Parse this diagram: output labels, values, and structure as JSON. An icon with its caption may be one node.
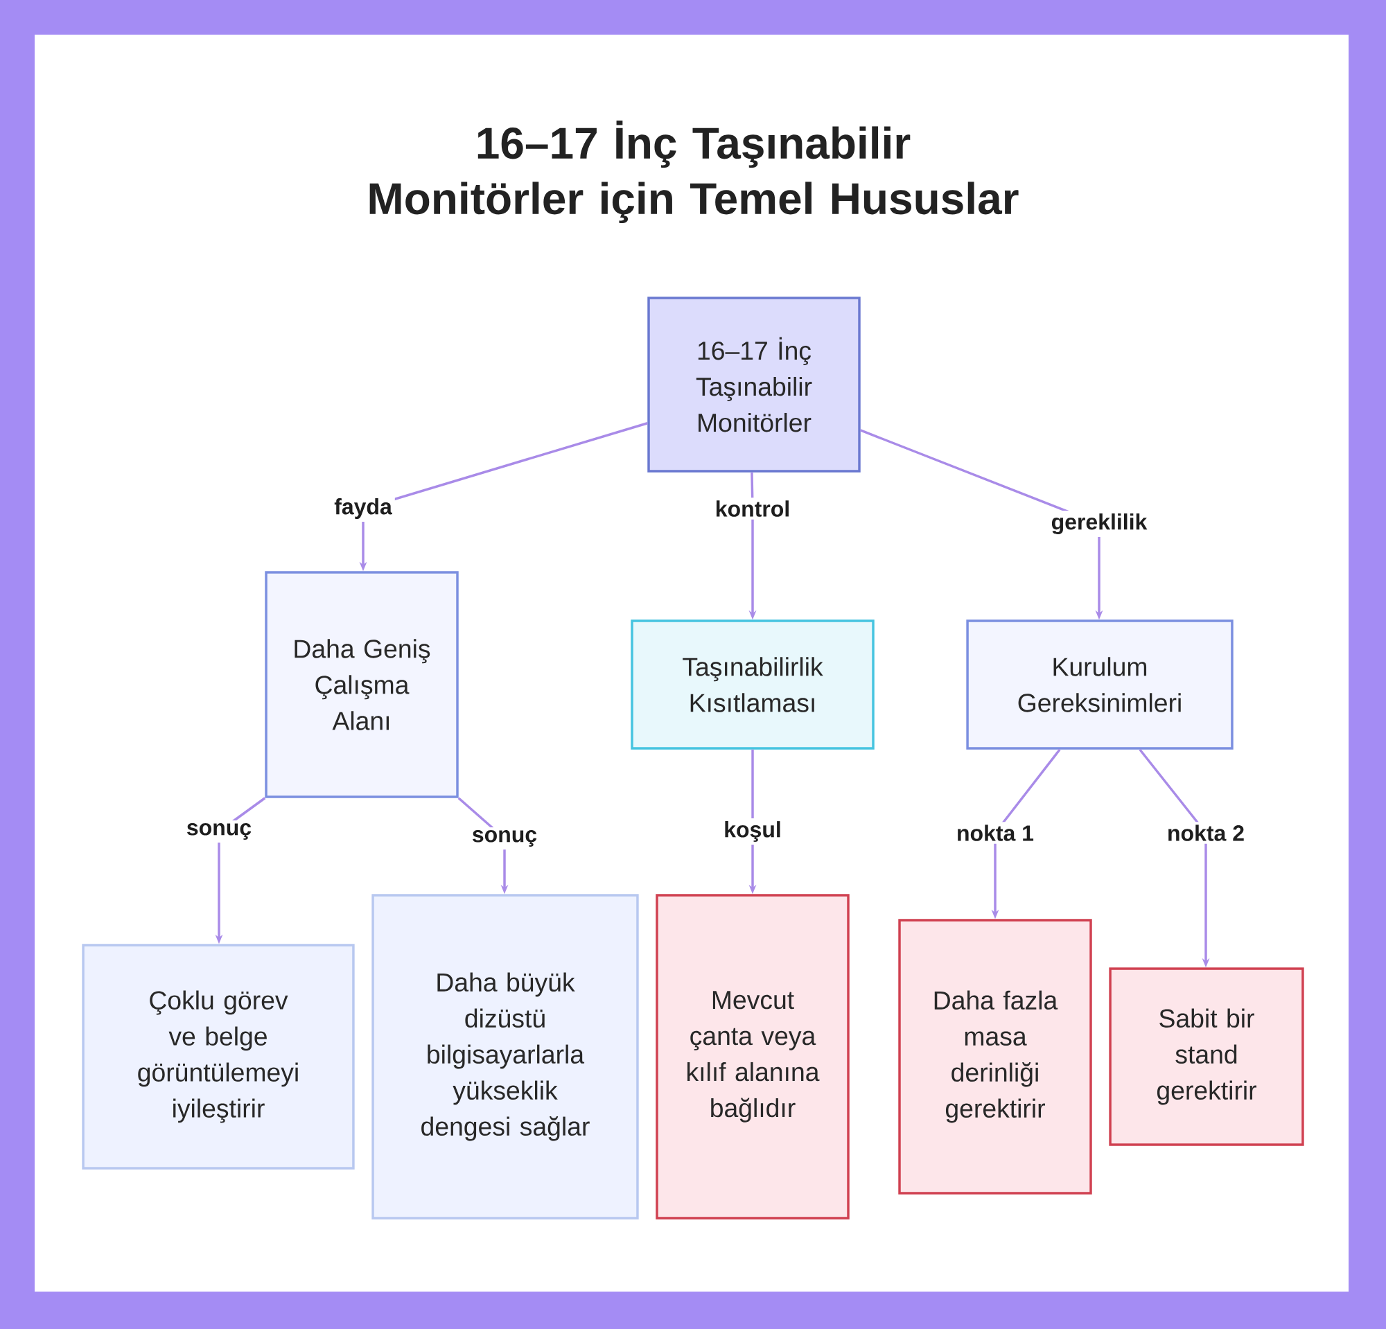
{
  "diagram": {
    "title": "16–17 İnç Taşınabilir Monitörler için Temel Hususlar",
    "nodes": [
      {
        "text": [
          "16–17 İnç Taşınabilir Monitörler"
        ]
      },
      {
        "text": [
          "Daha Geniş Çalışma Alanı"
        ]
      },
      {
        "text": [
          "Taşınabilirlik Kısıtlaması"
        ]
      },
      {
        "text": [
          "Kurulum Gereksinimleri"
        ]
      },
      {
        "text": [
          "Çoklu görev ve belge görüntülemeyi iyileştirir"
        ]
      },
      {
        "text": [
          "Daha büyük dizüstü bilgisayarlarla yükseklik dengesi sağlar"
        ]
      },
      {
        "text": [
          "Mevcut çanta veya kılıf alanına bağlıdır"
        ]
      },
      {
        "text": [
          "Daha fazla masa derinliği gerektirir"
        ]
      },
      {
        "text": [
          "Sabit bir stand gerektirir"
        ]
      }
    ],
    "edges": [
      {
        "from": 0,
        "to": 1,
        "label": "fayda",
        "arrow": "to"
      },
      {
        "from": 0,
        "to": 2,
        "label": "kontrol",
        "arrow": "to"
      },
      {
        "from": 0,
        "to": 3,
        "label": "gereklilik",
        "arrow": "to"
      },
      {
        "from": 1,
        "to": 4,
        "label": "sonuç",
        "arrow": "to"
      },
      {
        "from": 1,
        "to": 5,
        "label": "sonuç",
        "arrow": "to"
      },
      {
        "from": 2,
        "to": 6,
        "label": "koşul",
        "arrow": "to"
      },
      {
        "from": 3,
        "to": 7,
        "label": "nokta 1",
        "arrow": "to"
      },
      {
        "from": 3,
        "to": 8,
        "label": "nokta 2",
        "arrow": "to"
      }
    ]
  }
}
